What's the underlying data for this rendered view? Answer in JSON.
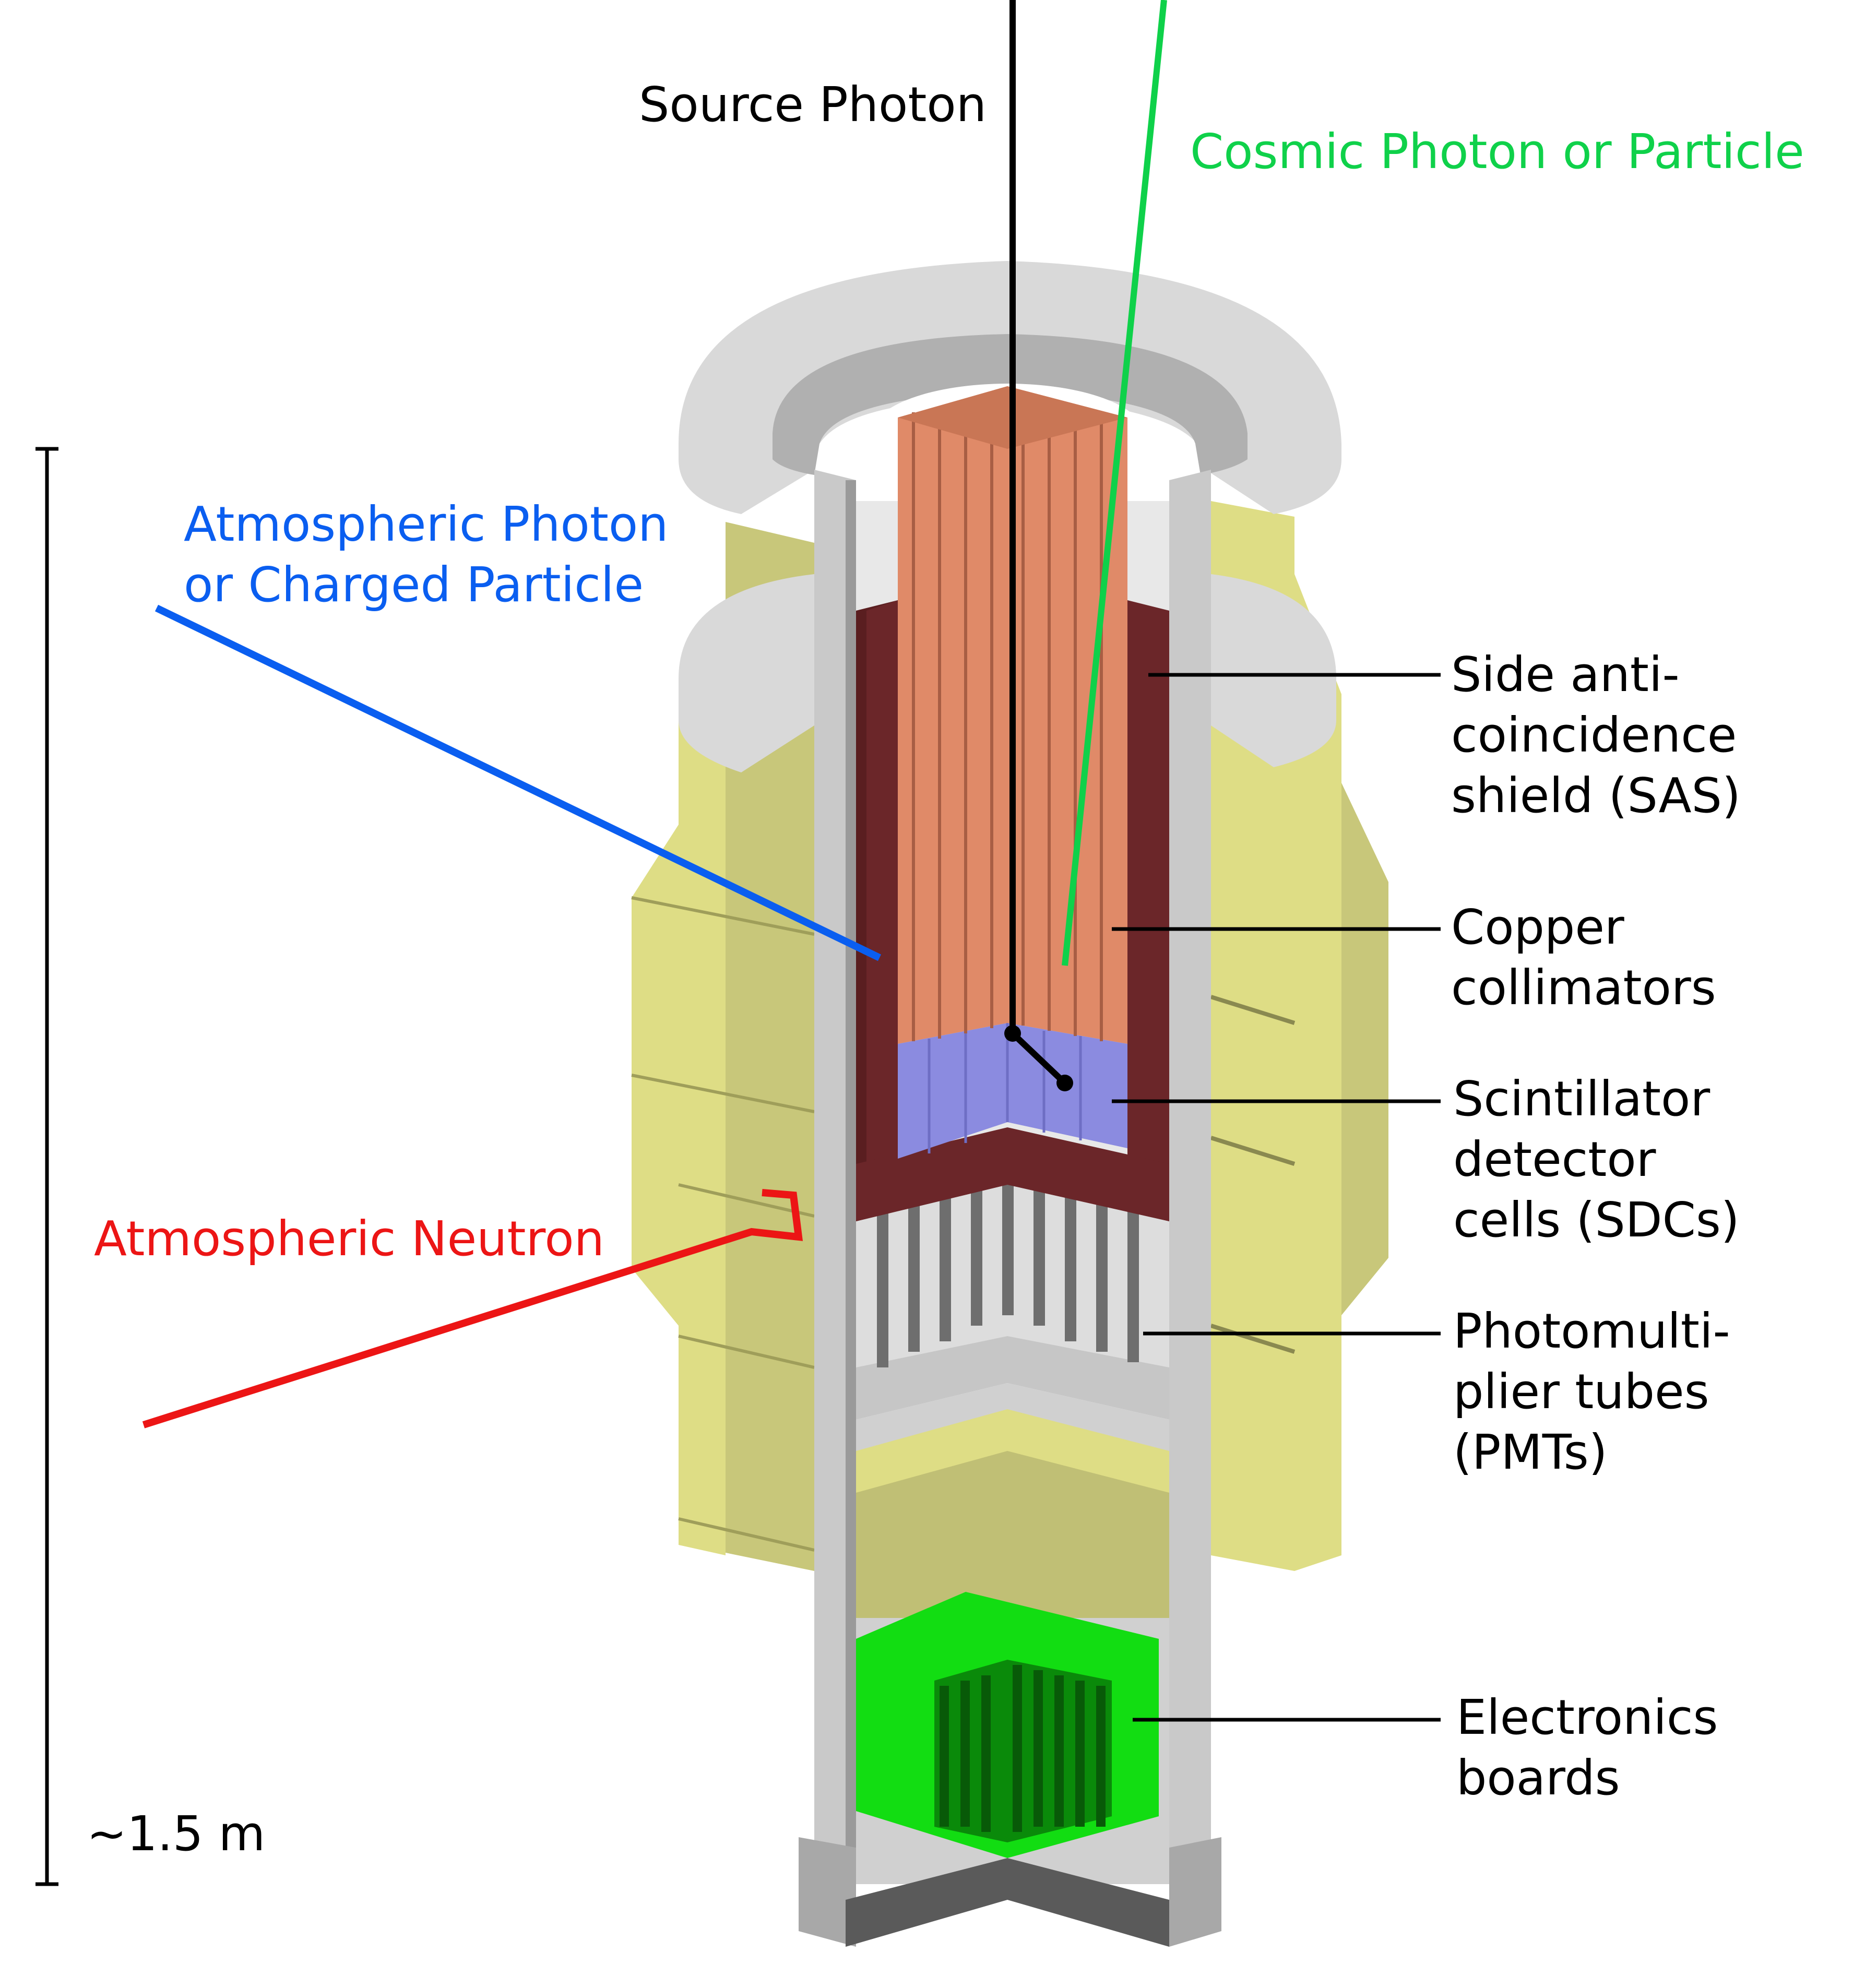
{
  "labels": {
    "source_photon": "Source Photon",
    "cosmic": "Cosmic Photon or Particle",
    "atmospheric_photon": [
      "Atmospheric Photon",
      "or Charged Particle"
    ],
    "atmospheric_neutron": "Atmospheric Neutron",
    "sas": [
      "Side anti-",
      "coincidence",
      "shield (SAS)"
    ],
    "copper": [
      "Copper",
      "collimators"
    ],
    "sdc": [
      "Scintillator",
      "detector",
      "cells (SDCs)"
    ],
    "pmt": [
      "Photomulti-",
      "plier tubes",
      "(PMTs)"
    ],
    "electronics": [
      "Electronics",
      "boards"
    ],
    "scale": "~1.5 m"
  },
  "colors": {
    "source_track": "#000000",
    "cosmic_track": "#0fd14a",
    "atmospheric_photon_track": "#0a5ef0",
    "neutron_track": "#ec1515",
    "shield_yellow": "#dedd85",
    "shield_yellow_dark": "#bfbe72",
    "housing_gray": "#c9c9c9",
    "housing_light": "#e0e0e0",
    "sas_maroon": "#6b2629",
    "copper": "#e08a68",
    "scintillator": "#8b8be0",
    "electronics_green": "#12dd12",
    "electronics_dark": "#0a6e0a"
  }
}
